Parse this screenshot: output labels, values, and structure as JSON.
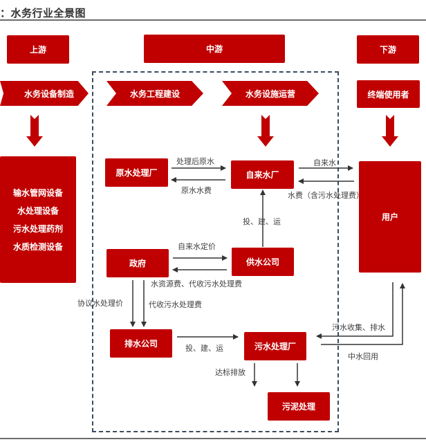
{
  "header": {
    "title": "：水务行业全景图"
  },
  "colors": {
    "accent": "#c00000",
    "arrow": "#333333",
    "dashed_border": "#3b4a5e"
  },
  "stages": {
    "upstream": "上游",
    "midstream": "中游",
    "downstream": "下游"
  },
  "categories": {
    "upstream": "水务设备制造",
    "mid_construction": "水务工程建设",
    "mid_operation": "水务设施运营",
    "downstream": "终端使用者"
  },
  "upstream_items": [
    "输水管网设备",
    "水处理设备",
    "污水处理药剂",
    "水质检测设备"
  ],
  "nodes": {
    "raw_water_plant": "原水处理厂",
    "waterworks": "自来水厂",
    "government": "政府",
    "water_supply_company": "供水公司",
    "drainage_company": "排水公司",
    "sewage_plant": "污水处理厂",
    "sludge": "污泥处理",
    "user": "用户"
  },
  "edges": {
    "treated_raw_water": "处理后原水",
    "raw_water_fee": "原水水费",
    "tap_water": "自来水",
    "water_fee": "水费（含污水处理费）",
    "invest_build_operate_1": "投、建、运",
    "tap_water_pricing": "自来水定价",
    "resource_fee": "水资源费、代收污水处理费",
    "agreed_price": "协议水处理价",
    "collected_sewage_fee": "代收污水处理费",
    "invest_build_operate_2": "投、建、运",
    "sewage_collection": "污水收集、排水",
    "reclaimed_water": "中水回用",
    "compliant_discharge": "达标排放"
  }
}
